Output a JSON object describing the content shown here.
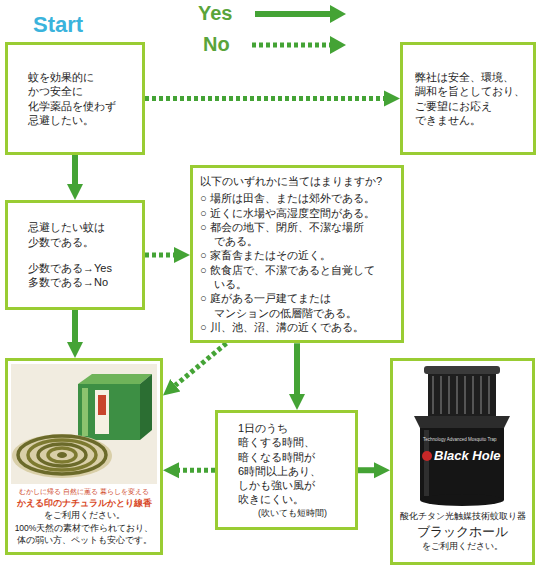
{
  "diagram": {
    "nodes": [
      {
        "text": [
          "蚊を効果的に かつ安全に 化学薬品を使わず 忌避したい。"
        ]
      },
      {
        "text": [
          "弊社は安全、環境、 調和を旨としており、 ご要望にお応え できません。"
        ]
      },
      {
        "text": [
          "忌避したい蚊は 少数である。",
          "少数である→Yes 多数である→No"
        ]
      },
      {
        "text": [
          "以下のいずれかに当てはまりますか?",
          "○ 場所は田舎、または郊外である。",
          "○ 近くに水場や高湿度空間がある。",
          "○ 都会の地下、閉所、不潔な場所 である。",
          "○ 家畜舎またはその近く。",
          "○ 飲食店で、不潔であると自覚して いる。",
          "○ 庭がある一戸建てまたは マンションの低層階である。",
          "○ 川、池、沼、溝の近くである。"
        ]
      },
      {
        "text": [
          "むかしに帰る 自然に薫る 暮らしを変える",
          "かえる印のナチュラルかとり線香",
          "をご利用ください。",
          "100%天然の素材で作られており、 体の弱い方、ペットも安心です。"
        ]
      },
      {
        "text": [
          "1日のうち 暗くする時間、 暗くなる時間が 6時間以上あり、 しかも強い風が 吹きにくい。",
          "(吹いても短時間)"
        ]
      },
      {
        "text": [
          "酸化チタン光触媒技術蚊取り器",
          "ブラックホール",
          "をご利用ください。"
        ]
      }
    ],
    "edges": [
      {
        "from": 0,
        "to": 1,
        "arrow": "to"
      },
      {
        "from": 0,
        "to": 2,
        "arrow": "to"
      },
      {
        "from": 2,
        "to": 3,
        "arrow": "to"
      },
      {
        "from": 2,
        "to": 4,
        "arrow": "to"
      },
      {
        "from": 3,
        "to": 5,
        "arrow": "to"
      },
      {
        "from": 3,
        "to": 4,
        "arrow": "to"
      },
      {
        "from": 5,
        "to": 6,
        "arrow": "to"
      },
      {
        "from": 5,
        "to": 4,
        "arrow": "to"
      }
    ],
    "labels": [
      "Start",
      "Black Hole",
      "Technology Advanced Mosquito Trap"
    ],
    "legend": [
      {
        "text": "Yes"
      },
      {
        "text": "No"
      }
    ]
  }
}
